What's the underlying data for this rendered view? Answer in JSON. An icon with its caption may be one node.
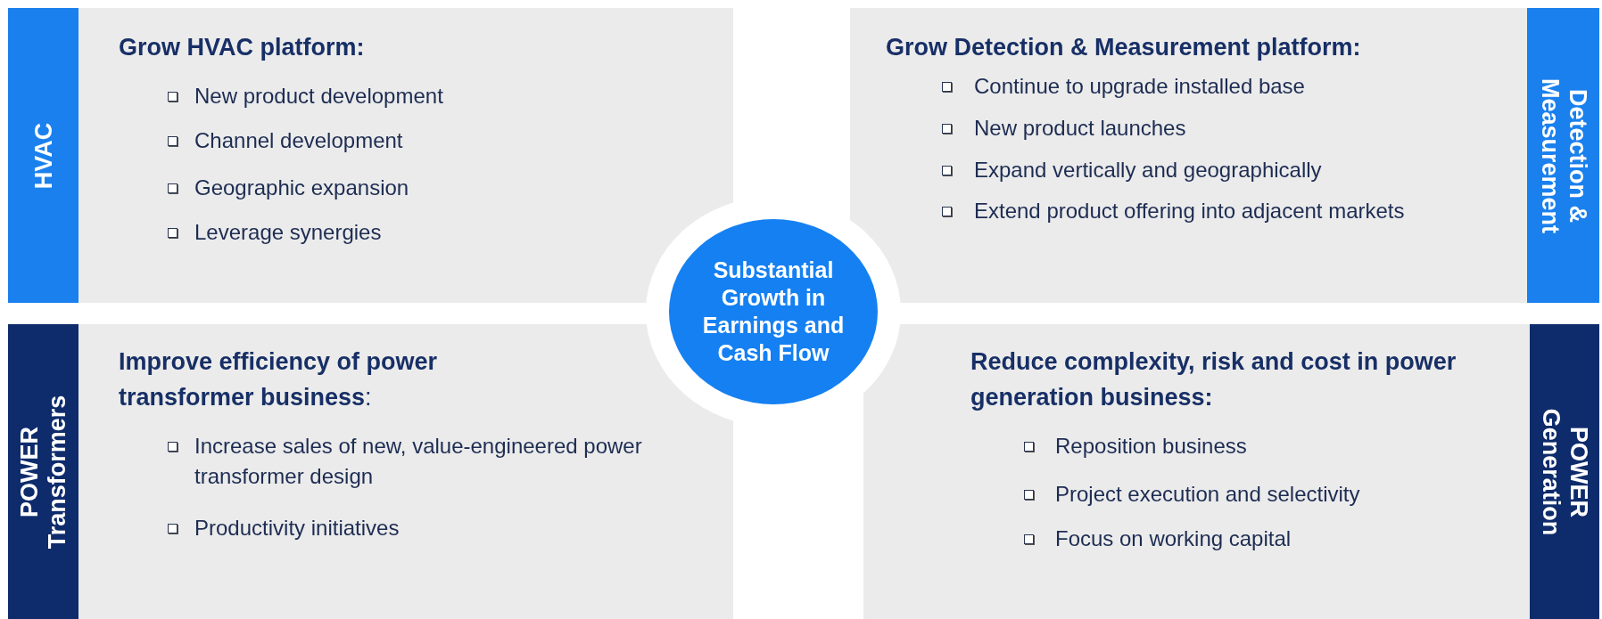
{
  "diagram": {
    "nodes": [
      {
        "text": [
          "HVAC"
        ]
      },
      {
        "text": [
          "Grow HVAC platform:",
          "New product development",
          "Channel development",
          "Geographic expansion",
          "Leverage synergies"
        ]
      },
      {
        "text": [
          "Grow Detection & Measurement platform:",
          "Continue to upgrade installed base",
          "New product launches",
          "Expand vertically and geographically",
          "Extend product offering into adjacent markets"
        ]
      },
      {
        "text": [
          "Detection & Measurement"
        ]
      },
      {
        "text": [
          "Substantial Growth in Earnings and Cash Flow"
        ]
      },
      {
        "text": [
          "POWER Transformers"
        ]
      },
      {
        "text": [
          "**Improve efficiency of power transformer business**:",
          "Increase sales of new, value-engineered power transformer design",
          "Productivity initiatives"
        ]
      },
      {
        "text": [
          "Reduce complexity, risk and cost in power generation business:",
          "Reposition business",
          "Project execution and selectivity",
          "Focus on working capital"
        ]
      },
      {
        "text": [
          "POWER Generation"
        ]
      }
    ]
  }
}
